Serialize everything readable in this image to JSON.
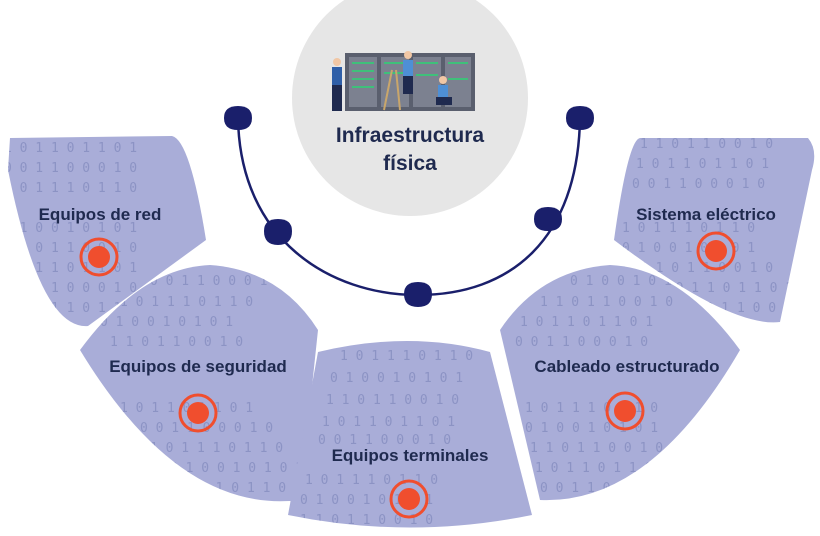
{
  "center": {
    "title_line1": "Infraestructura",
    "title_line2": "física",
    "illustration": "server-room-technicians"
  },
  "segments": [
    {
      "label": "Equipos de red"
    },
    {
      "label": "Equipos de seguridad"
    },
    {
      "label": "Equipos terminales"
    },
    {
      "label": "Cableado estructurado"
    },
    {
      "label": "Sistema eléctrico"
    }
  ],
  "binary_rows": [
    "1 0 1 1 0 1 1 0 1",
    "0 0 1 1 0 0 0 1 0",
    "1 0 1 1 1 0 1 1 0",
    "0 1 0 0 1 0 1 0 1",
    "1 1 0 1 1 0 0 1 0"
  ],
  "colors": {
    "segment": "#a9add8",
    "segment_dots": "#8c93c4",
    "text": "#1f2a4f",
    "marker": "#f04e2e",
    "arc": "#1a1f6b",
    "hub": "#e6e6e6"
  }
}
